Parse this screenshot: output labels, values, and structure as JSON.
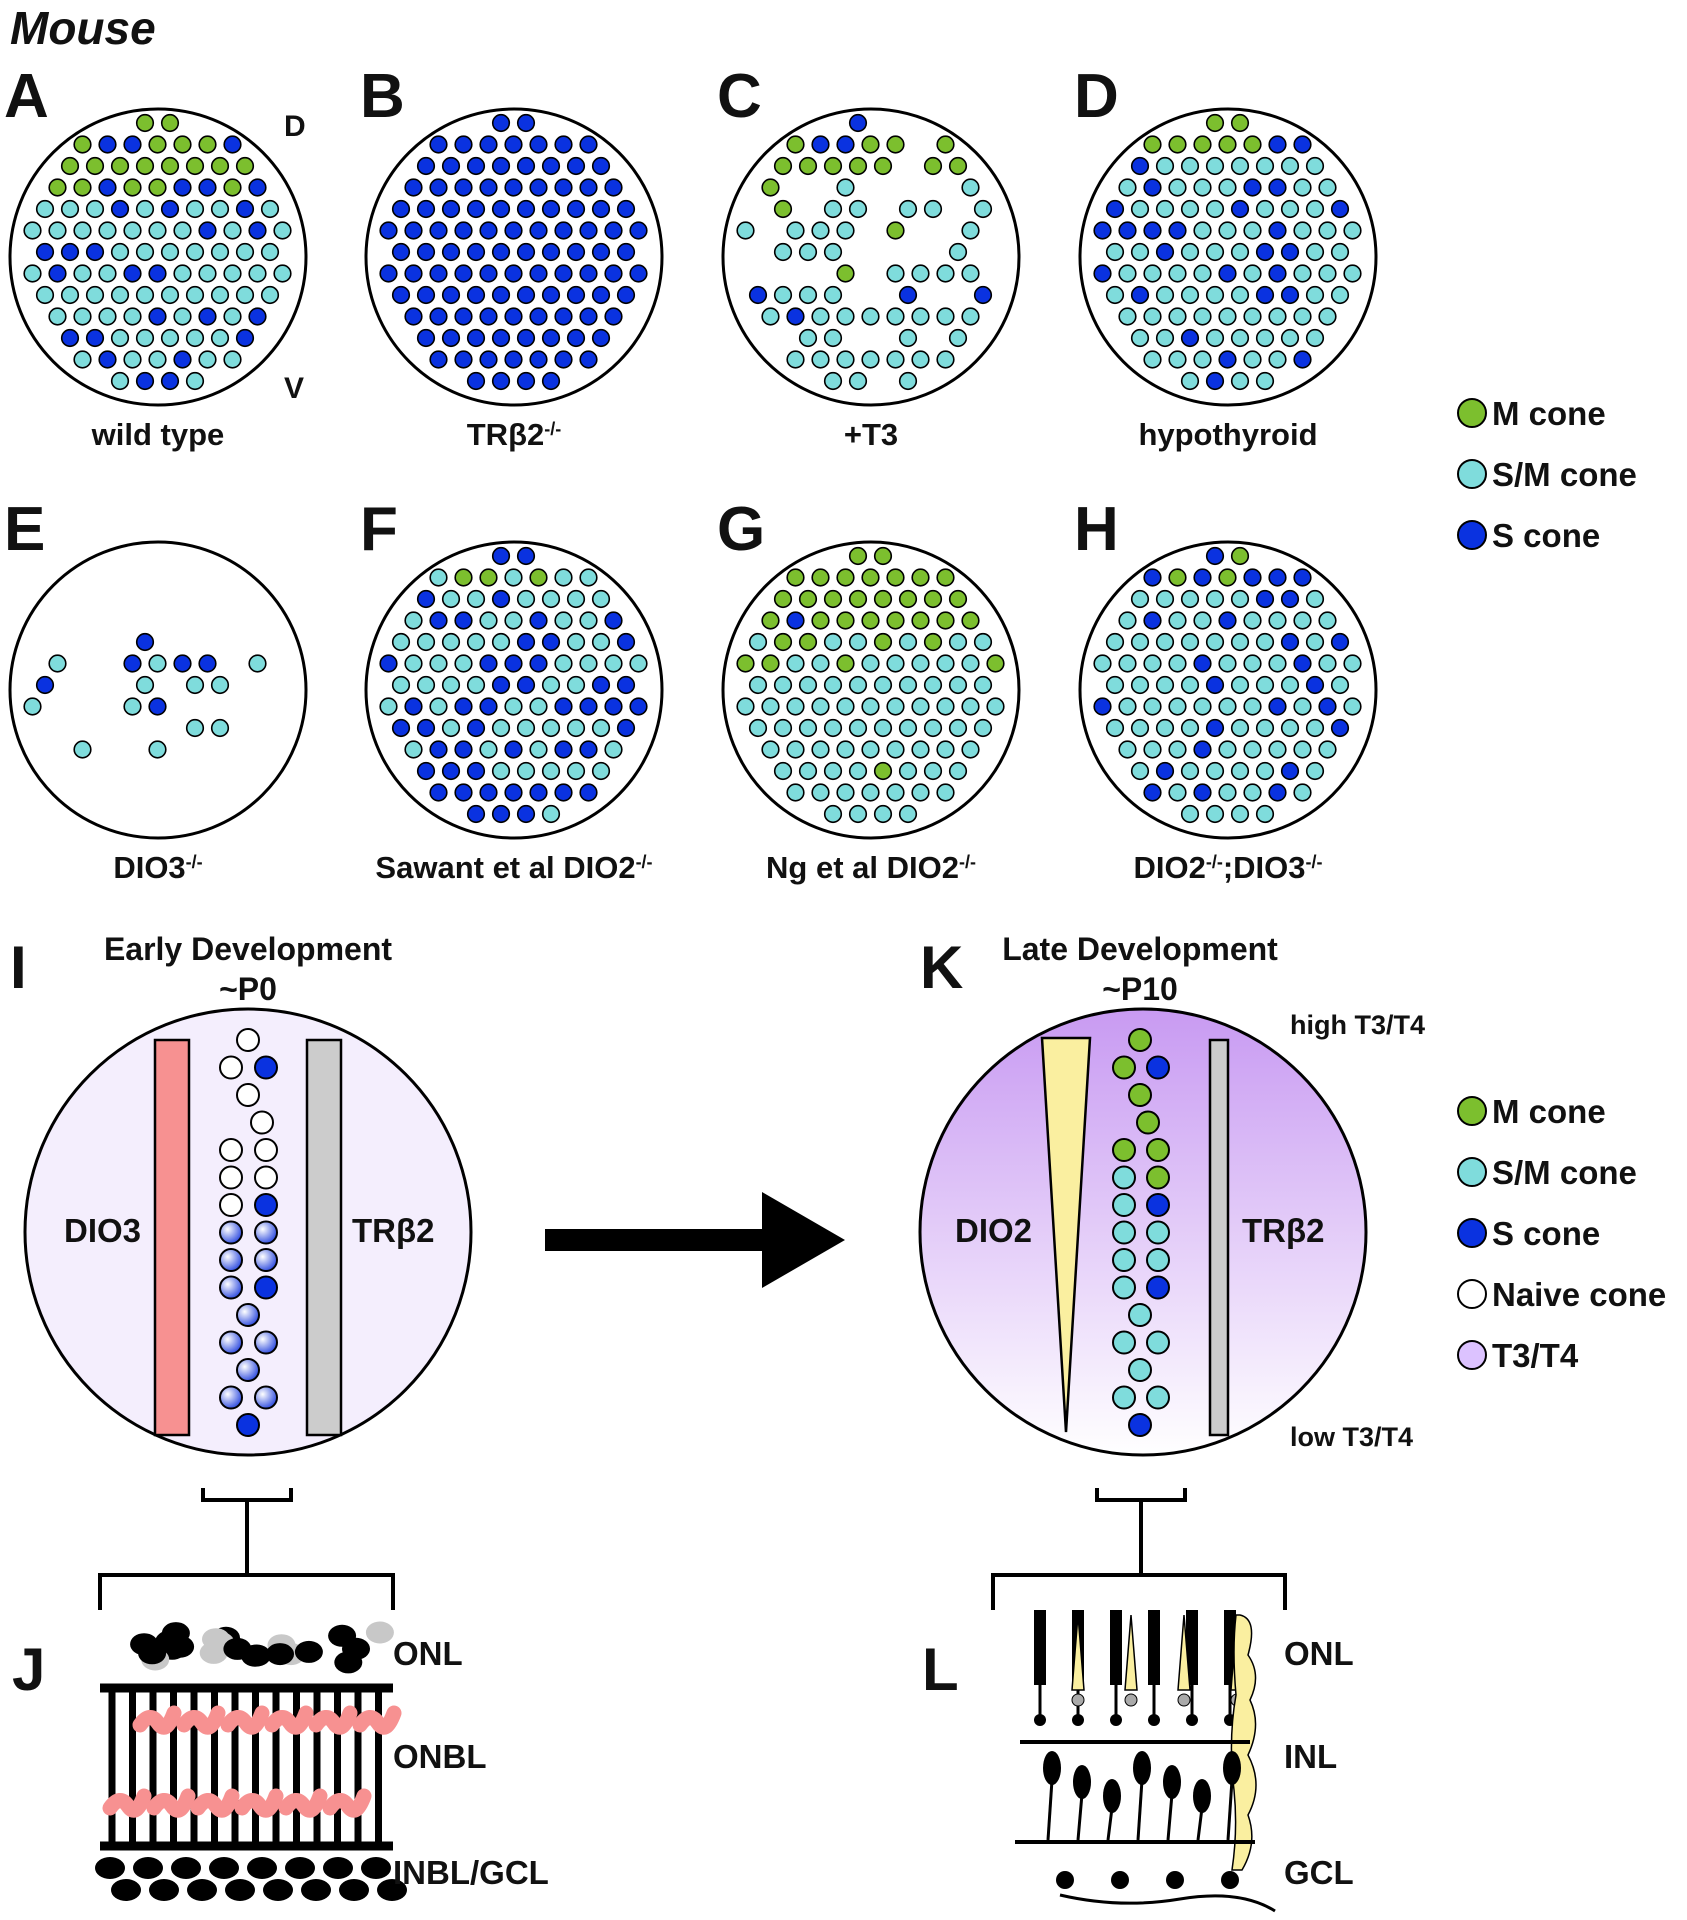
{
  "figure": {
    "species": "Mouse",
    "top_panels": [
      {
        "letter": "A",
        "label": "wild type",
        "pattern": "wildtype"
      },
      {
        "letter": "B",
        "label": "TRβ2",
        "sup": "-/-",
        "pattern": "allS"
      },
      {
        "letter": "C",
        "label": "+T3",
        "pattern": "t3"
      },
      {
        "letter": "D",
        "label": "hypothyroid",
        "pattern": "hypo"
      },
      {
        "letter": "E",
        "label": "DIO3",
        "sup": "-/-",
        "pattern": "dio3"
      },
      {
        "letter": "F",
        "label": "Sawant et al DIO2",
        "sup": "-/-",
        "pattern": "sawant"
      },
      {
        "letter": "G",
        "label": "Ng et al DIO2",
        "sup": "-/-",
        "pattern": "ng"
      },
      {
        "letter": "H",
        "label": "DIO2",
        "sup": "-/-",
        "label2": ";DIO3",
        "sup2": "-/-",
        "pattern": "double"
      }
    ],
    "orientation": {
      "dorsal": "D",
      "ventral": "V"
    },
    "legend_top": [
      {
        "label": "M cone",
        "color": "#7cbf2e"
      },
      {
        "label": "S/M cone",
        "color": "#7fdcdc"
      },
      {
        "label": "S cone",
        "color": "#0a32e0"
      }
    ],
    "legend_bottom": [
      {
        "label": "M cone",
        "color": "#7cbf2e"
      },
      {
        "label": "S/M cone",
        "color": "#7fdcdc"
      },
      {
        "label": "S cone",
        "color": "#0a32e0"
      },
      {
        "label": "Naive cone",
        "color": "#ffffff"
      },
      {
        "label": "T3/T4",
        "color": "#dcc2ff"
      }
    ],
    "early": {
      "letter": "I",
      "title": "Early Development",
      "age": "~P0",
      "left_bar": "DIO3",
      "right_bar": "TRβ2"
    },
    "late": {
      "letter": "K",
      "title": "Late Development",
      "age": "~P10",
      "left_bar": "DIO2",
      "right_bar": "TRβ2",
      "high": "high T3/T4",
      "low": "low T3/T4"
    },
    "section_J": {
      "letter": "J",
      "layers": [
        "ONL",
        "ONBL",
        "INBL/GCL"
      ]
    },
    "section_L": {
      "letter": "L",
      "layers": [
        "ONL",
        "INL",
        "GCL"
      ]
    },
    "colors": {
      "m_cone": "#7cbf2e",
      "sm_cone": "#7fdcdc",
      "s_cone": "#0a32e0",
      "dio3_bar": "#f79191",
      "trb2_bar": "#cccccc",
      "dio2_wedge": "#faefa0",
      "t3_gradient": "#c89af2",
      "early_bg": "#f4eefd"
    }
  }
}
